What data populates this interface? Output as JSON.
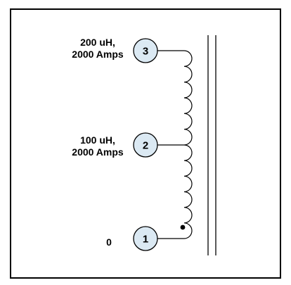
{
  "diagram": {
    "type": "inductor-tap-schematic",
    "nodes": [
      {
        "id": "3",
        "label": "3"
      },
      {
        "id": "2",
        "label": "2"
      },
      {
        "id": "1",
        "label": "1"
      }
    ],
    "taps": [
      {
        "node": "3",
        "line1": "200 uH,",
        "line2": "2000 Amps"
      },
      {
        "node": "2",
        "line1": "100 uH,",
        "line2": "2000 Amps"
      },
      {
        "node": "1",
        "line1": "0"
      }
    ],
    "colors": {
      "node_fill": "#dbe9f3",
      "stroke": "#000000",
      "background": "#ffffff"
    }
  }
}
